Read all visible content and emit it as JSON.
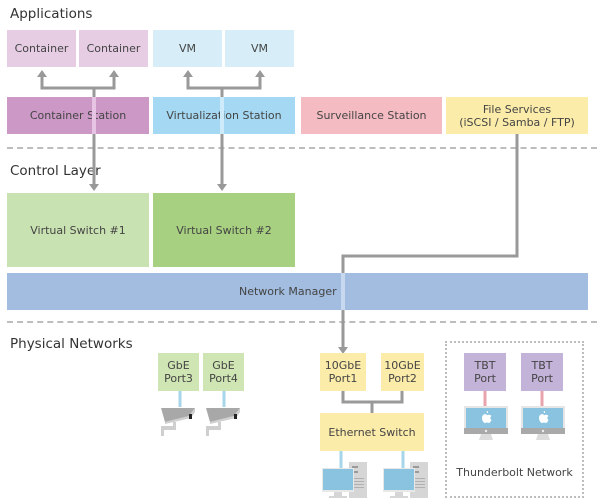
{
  "sections": {
    "applications": "Applications",
    "control_layer": "Control Layer",
    "physical_networks": "Physical Networks"
  },
  "applications": {
    "containers": [
      "Container",
      "Container"
    ],
    "vms": [
      "VM",
      "VM"
    ]
  },
  "stations": {
    "container_station": "Container Station",
    "virtualization_station": "Virtualization Station",
    "surveillance_station": "Surveillance Station",
    "file_services_line1": "File Services",
    "file_services_line2": "(iSCSI / Samba / FTP)"
  },
  "control": {
    "virtual_switch_1": "Virtual Switch #1",
    "virtual_switch_2": "Virtual Switch #2",
    "network_manager": "Network Manager"
  },
  "physical": {
    "gbe_ports": [
      {
        "line1": "GbE",
        "line2": "Port3"
      },
      {
        "line1": "GbE",
        "line2": "Port4"
      }
    ],
    "tengbe_ports": [
      {
        "line1": "10GbE",
        "line2": "Port1"
      },
      {
        "line1": "10GbE",
        "line2": "Port2"
      }
    ],
    "ethernet_switch": "Ethernet Switch",
    "tbt_ports": [
      {
        "line1": "TBT",
        "line2": "Port"
      },
      {
        "line1": "TBT",
        "line2": "Port"
      }
    ],
    "thunderbolt_network": "Thunderbolt Network"
  },
  "icons": {
    "camera": "surveillance-camera-icon",
    "pc": "desktop-pc-icon",
    "mac": "imac-icon"
  },
  "colors": {
    "container": "#e6cde4",
    "vm": "#d7eef9",
    "container_station": "#cc99c6",
    "virtualization_station": "#a5d9f3",
    "surveillance_station": "#f4bcc2",
    "file_services": "#fcecaa",
    "virtual_switch_1": "#c9e2b1",
    "virtual_switch_2": "#a7d180",
    "network_manager": "#a2bde0",
    "gbe_port": "#cfe5b4",
    "tengbe_port": "#fcecaa",
    "ethernet_switch": "#fcecaa",
    "tbt_port": "#c4b3d9",
    "connector_gray": "#999999",
    "link_blue": "#a7d6ea",
    "link_pink": "#e9a3ad"
  }
}
